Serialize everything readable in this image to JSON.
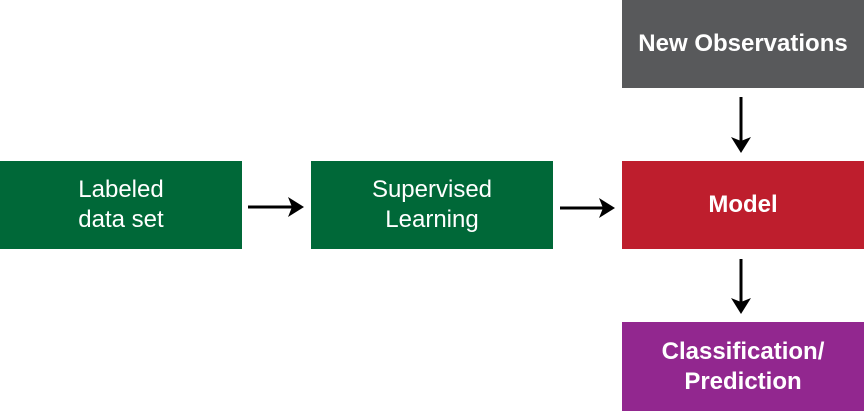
{
  "nodes": {
    "labeled": {
      "label": "Labeled\ndata set",
      "color": "#006838"
    },
    "supervised": {
      "label": "Supervised\nLearning",
      "color": "#006838"
    },
    "model": {
      "label": "Model",
      "color": "#be1e2d"
    },
    "observations": {
      "label": "New Observations",
      "color": "#58595b"
    },
    "classification": {
      "label": "Classification/\nPrediction",
      "color": "#92278f"
    }
  },
  "edges": [
    {
      "from": "labeled",
      "to": "supervised"
    },
    {
      "from": "supervised",
      "to": "model"
    },
    {
      "from": "observations",
      "to": "model"
    },
    {
      "from": "model",
      "to": "classification"
    }
  ]
}
